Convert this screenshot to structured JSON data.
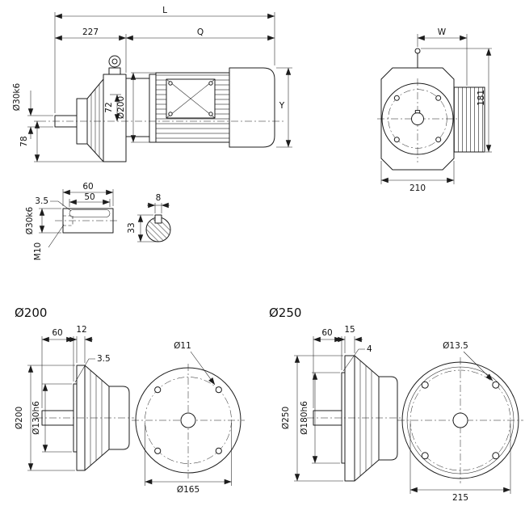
{
  "drawing": {
    "side_view": {
      "overall_length": "L",
      "gear_unit_length": "227",
      "motor_length": "Q",
      "shaft_dia": "Ø30k6",
      "axis_height": "72",
      "motor_dia": "Ø200",
      "foot_height": "78",
      "height": "Y"
    },
    "front_view": {
      "width": "W",
      "height": "181",
      "base_width": "210"
    },
    "shaft_detail": {
      "length": "60",
      "keyway_length": "50",
      "dia": "Ø30k6",
      "keyway_depth": "3.5",
      "tap": "M10"
    },
    "key_section": {
      "key_width": "8",
      "key_height": "33"
    },
    "flange_200": {
      "title": "Ø200",
      "shaft_length": "60",
      "flange_thickness": "12",
      "spigot": "3.5",
      "hole_dia": "Ø11",
      "outer_dia": "Ø200",
      "pilot_dia": "Ø130h6",
      "bolt_circle": "Ø165"
    },
    "flange_250": {
      "title": "Ø250",
      "shaft_length": "60",
      "flange_thickness": "15",
      "spigot": "4",
      "hole_dia": "Ø13.5",
      "outer_dia": "Ø250",
      "pilot_dia": "Ø180h6",
      "bolt_circle": "215"
    }
  }
}
